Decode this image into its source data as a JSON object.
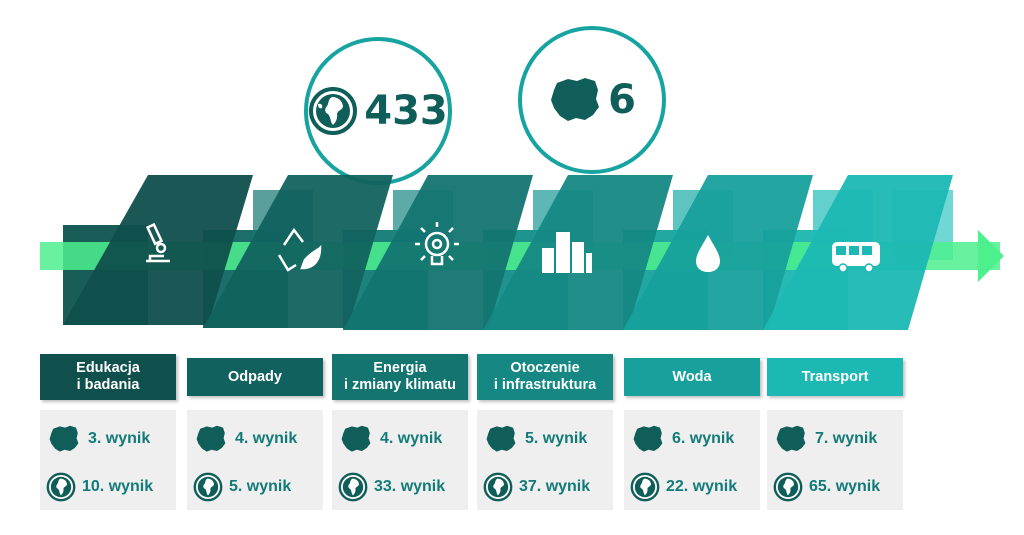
{
  "summary": {
    "world": {
      "icon": "globe-icon",
      "value": "433"
    },
    "poland": {
      "icon": "poland-map-icon",
      "value": "6"
    }
  },
  "categories": [
    {
      "label": "Edukacja\ni badania",
      "icon": "microscope-icon",
      "color": "#0f4f4c",
      "poland_rank": "3. wynik",
      "world_rank": "10. wynik"
    },
    {
      "label": "Odpady",
      "icon": "recycle-icon",
      "color": "#11625e",
      "poland_rank": "4. wynik",
      "world_rank": "5. wynik"
    },
    {
      "label": "Energia\ni zmiany klimatu",
      "icon": "lightbulb-icon",
      "color": "#137470",
      "poland_rank": "4. wynik",
      "world_rank": "33. wynik"
    },
    {
      "label": "Otoczenie\ni infrastruktura",
      "icon": "buildings-icon",
      "color": "#158884",
      "poland_rank": "5. wynik",
      "world_rank": "37. wynik"
    },
    {
      "label": "Woda",
      "icon": "water-drop-icon",
      "color": "#17a09c",
      "poland_rank": "6. wynik",
      "world_rank": "22. wynik"
    },
    {
      "label": "Transport",
      "icon": "bus-icon",
      "color": "#1cb8b4",
      "poland_rank": "7. wynik",
      "world_rank": "65. wynik"
    }
  ],
  "colors": {
    "arrow": "#4ef08e",
    "circle_border": "#17a3a0",
    "text_dark": "#0f5e59",
    "result_text": "#127a78"
  }
}
